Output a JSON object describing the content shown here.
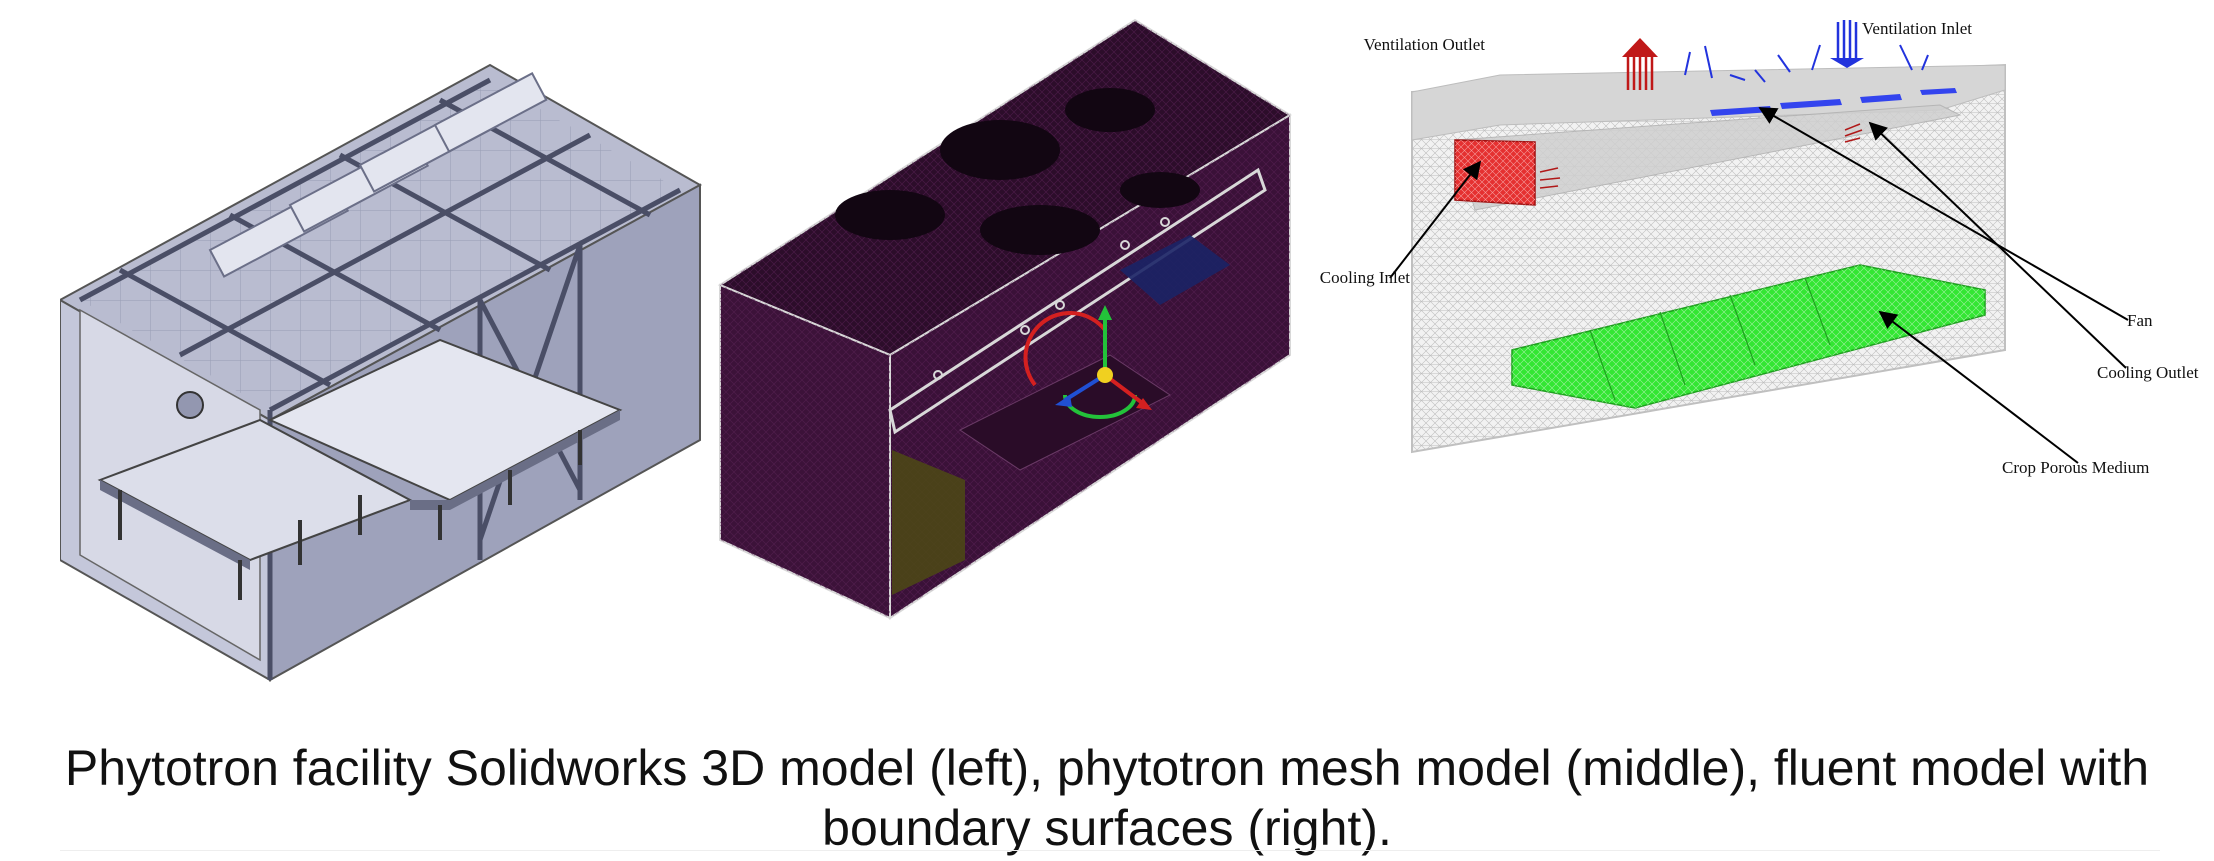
{
  "figure": {
    "caption": "Phytotron facility Solidworks 3D model (left), phytotron mesh model (middle), fluent model with boundary surfaces (right).",
    "panels": [
      {
        "id": "left",
        "content": "Solidworks 3D model"
      },
      {
        "id": "middle",
        "content": "mesh model"
      },
      {
        "id": "right",
        "content": "fluent model with boundary surfaces"
      }
    ],
    "labels": {
      "ventilation_outlet": "Ventilation Outlet",
      "ventilation_inlet": "Ventilation Inlet",
      "cooling_inlet": "Cooling Inlet",
      "fan": "Fan",
      "cooling_outlet": "Cooling Outlet",
      "crop_porous_medium": "Crop Porous Medium"
    },
    "colors": {
      "solid_model": "#a7abc4",
      "mesh_purple": "#3a1138",
      "mesh_gray": "#c8c8c8",
      "cooling_inlet_red": "#e53030",
      "ventilation_outlet_red": "#c01818",
      "ventilation_inlet_blue": "#2233dd",
      "crop_green": "#33e633"
    }
  }
}
